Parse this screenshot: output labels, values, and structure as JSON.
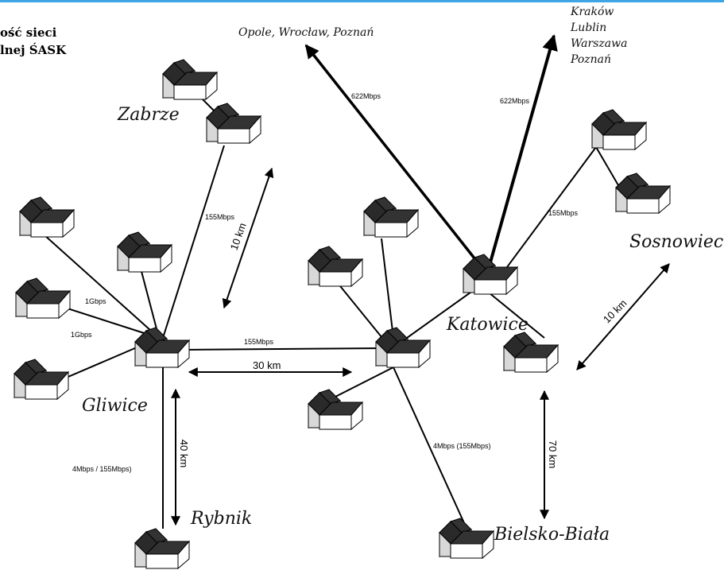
{
  "title": {
    "line1": "ość sieci",
    "line2": "lnej ŚASK"
  },
  "cities": {
    "zabrze": "Zabrze",
    "gliwice": "Gliwice",
    "rybnik": "Rybnik",
    "katowice": "Katowice",
    "sosnowiec": "Sosnowiec",
    "bielsko": "Bielsko-Biała",
    "opole_group": "Opole, Wrocław, Poznań",
    "krakow": "Kraków",
    "lublin": "Lublin",
    "warszawa": "Warszawa",
    "poznan": "Poznań"
  },
  "speeds": {
    "opole_link": "622Mbps",
    "krakow_link": "622Mbps",
    "zabrze_link": "155Mbps",
    "sosnowiec_link": "155Mbps",
    "gliwice_1gbps_a": "1Gbps",
    "gliwice_1gbps_b": "1Gbps",
    "gliwice_katowice": "155Mbps",
    "rybnik_link": "4Mbps / 155Mbps)",
    "bielsko_link": "4Mbps (155Mbps)"
  },
  "distances": {
    "zabrze_gliwice": "10 km",
    "gliwice_katowice": "30 km",
    "gliwice_rybnik": "40 km",
    "katowice_sosnowiec": "10 km",
    "katowice_bielsko": "70 km"
  }
}
